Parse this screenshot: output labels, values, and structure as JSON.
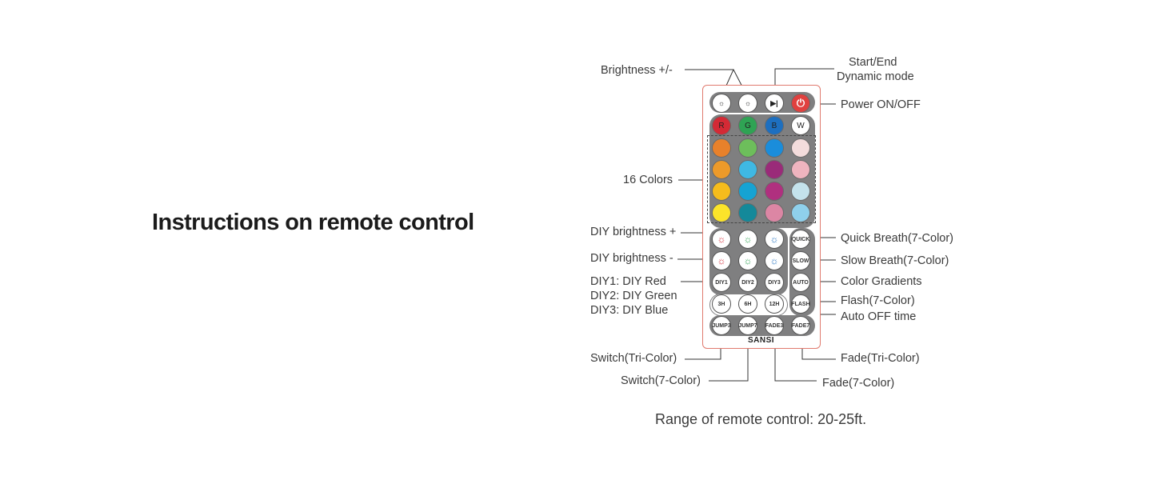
{
  "title": "Instructions on remote control",
  "range_text": "Range of remote control: 20-25ft.",
  "brand": "SANSI",
  "labels": {
    "brightness": "Brightness +/-",
    "start_end_1": "Start/End",
    "start_end_2": "Dynamic mode",
    "power": "Power ON/OFF",
    "colors16": "16 Colors",
    "diy_bright_plus": "DIY brightness +",
    "diy_bright_minus": "DIY brightness -",
    "diy1": "DIY1: DIY Red",
    "diy2": "DIY2: DIY Green",
    "diy3": "DIY3: DIY Blue",
    "quick": "Quick Breath(7-Color)",
    "slow": "Slow Breath(7-Color)",
    "gradients": "Color Gradients",
    "flash": "Flash(7-Color)",
    "auto_off": "Auto OFF time",
    "switch_tri": "Switch(Tri-Color)",
    "switch_7": "Switch(7-Color)",
    "fade_tri": "Fade(Tri-Color)",
    "fade_7": "Fade(7-Color)"
  },
  "buttons": {
    "row1": [
      {
        "name": "brightness-up-icon"
      },
      {
        "name": "brightness-down-icon"
      },
      {
        "name": "play-pause-icon"
      },
      {
        "name": "power-icon"
      }
    ],
    "rgbw": [
      {
        "label": "R",
        "color": "#d42a35"
      },
      {
        "label": "G",
        "color": "#2fa354"
      },
      {
        "label": "B",
        "color": "#1d6fc0"
      },
      {
        "label": "W",
        "color": "#ffffff"
      }
    ],
    "colors": [
      [
        "#e8812b",
        "#6dbe5b",
        "#1a8ddb",
        "#f3dcdc"
      ],
      [
        "#ec9a2a",
        "#3fb8e3",
        "#9a2b79",
        "#efb4bf"
      ],
      [
        "#f5bc1c",
        "#16a3d3",
        "#b0307f",
        "#c4e2ec"
      ],
      [
        "#fbe42a",
        "#14899a",
        "#dc86a4",
        "#8fd0ec"
      ]
    ],
    "diy_row1": [
      "DIY1",
      "DIY2",
      "DIY3"
    ],
    "side": [
      "QUICK",
      "SLOW",
      "AUTO",
      "FLASH"
    ],
    "timer": [
      "3H",
      "6H",
      "12H"
    ],
    "bottom": [
      "JUMP3",
      "JUMP7",
      "FADE3",
      "FADE7"
    ]
  },
  "colors": {
    "accent_red": "#e0413f",
    "border": "#e07a6e",
    "panel": "#7f7f80"
  }
}
